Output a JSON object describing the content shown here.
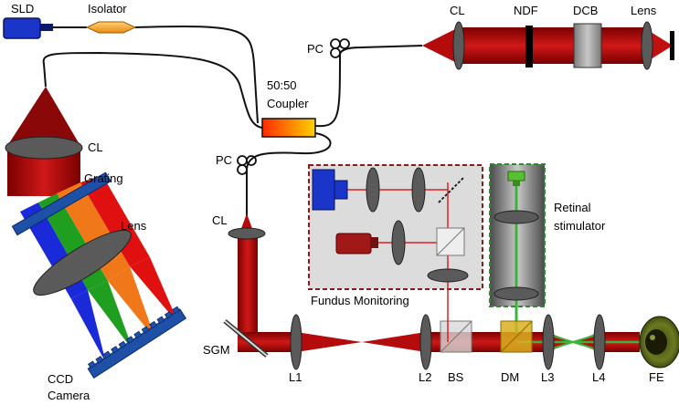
{
  "labels": {
    "sld": "SLD",
    "isolator": "Isolator",
    "cl_top": "CL",
    "ndf": "NDF",
    "dcb": "DCB",
    "lens_top": "Lens",
    "pc_top": "PC",
    "coupler_1": "50:50",
    "coupler_2": "Coupler",
    "pc_left": "PC",
    "cl_sample": "CL",
    "cl_spec": "CL",
    "grating": "Grating",
    "lens_spec": "Lens",
    "ccd_1": "CCD",
    "ccd_2": "Camera",
    "fundus": "Fundus Monitoring",
    "retinal_1": "Retinal",
    "retinal_2": "stimulator",
    "sgm": "SGM",
    "l1": "L1",
    "l2": "L2",
    "bs": "BS",
    "dm": "DM",
    "l3": "L3",
    "l4": "L4",
    "fe": "FE"
  },
  "colors": {
    "beam_red": "#b40c0c",
    "beam_dark": "#6e0000",
    "lens_gray": "#5a5a5a",
    "source_blue": "#1a35c8",
    "isolator_orange": "#f5a623",
    "fundus_border": "#8b1a1a",
    "retinal_border": "#2e8b2e",
    "stim_green": "#58c030",
    "spectrum": [
      "#1a2ad8",
      "#1f9e1f",
      "#f07818",
      "#e01010"
    ]
  }
}
